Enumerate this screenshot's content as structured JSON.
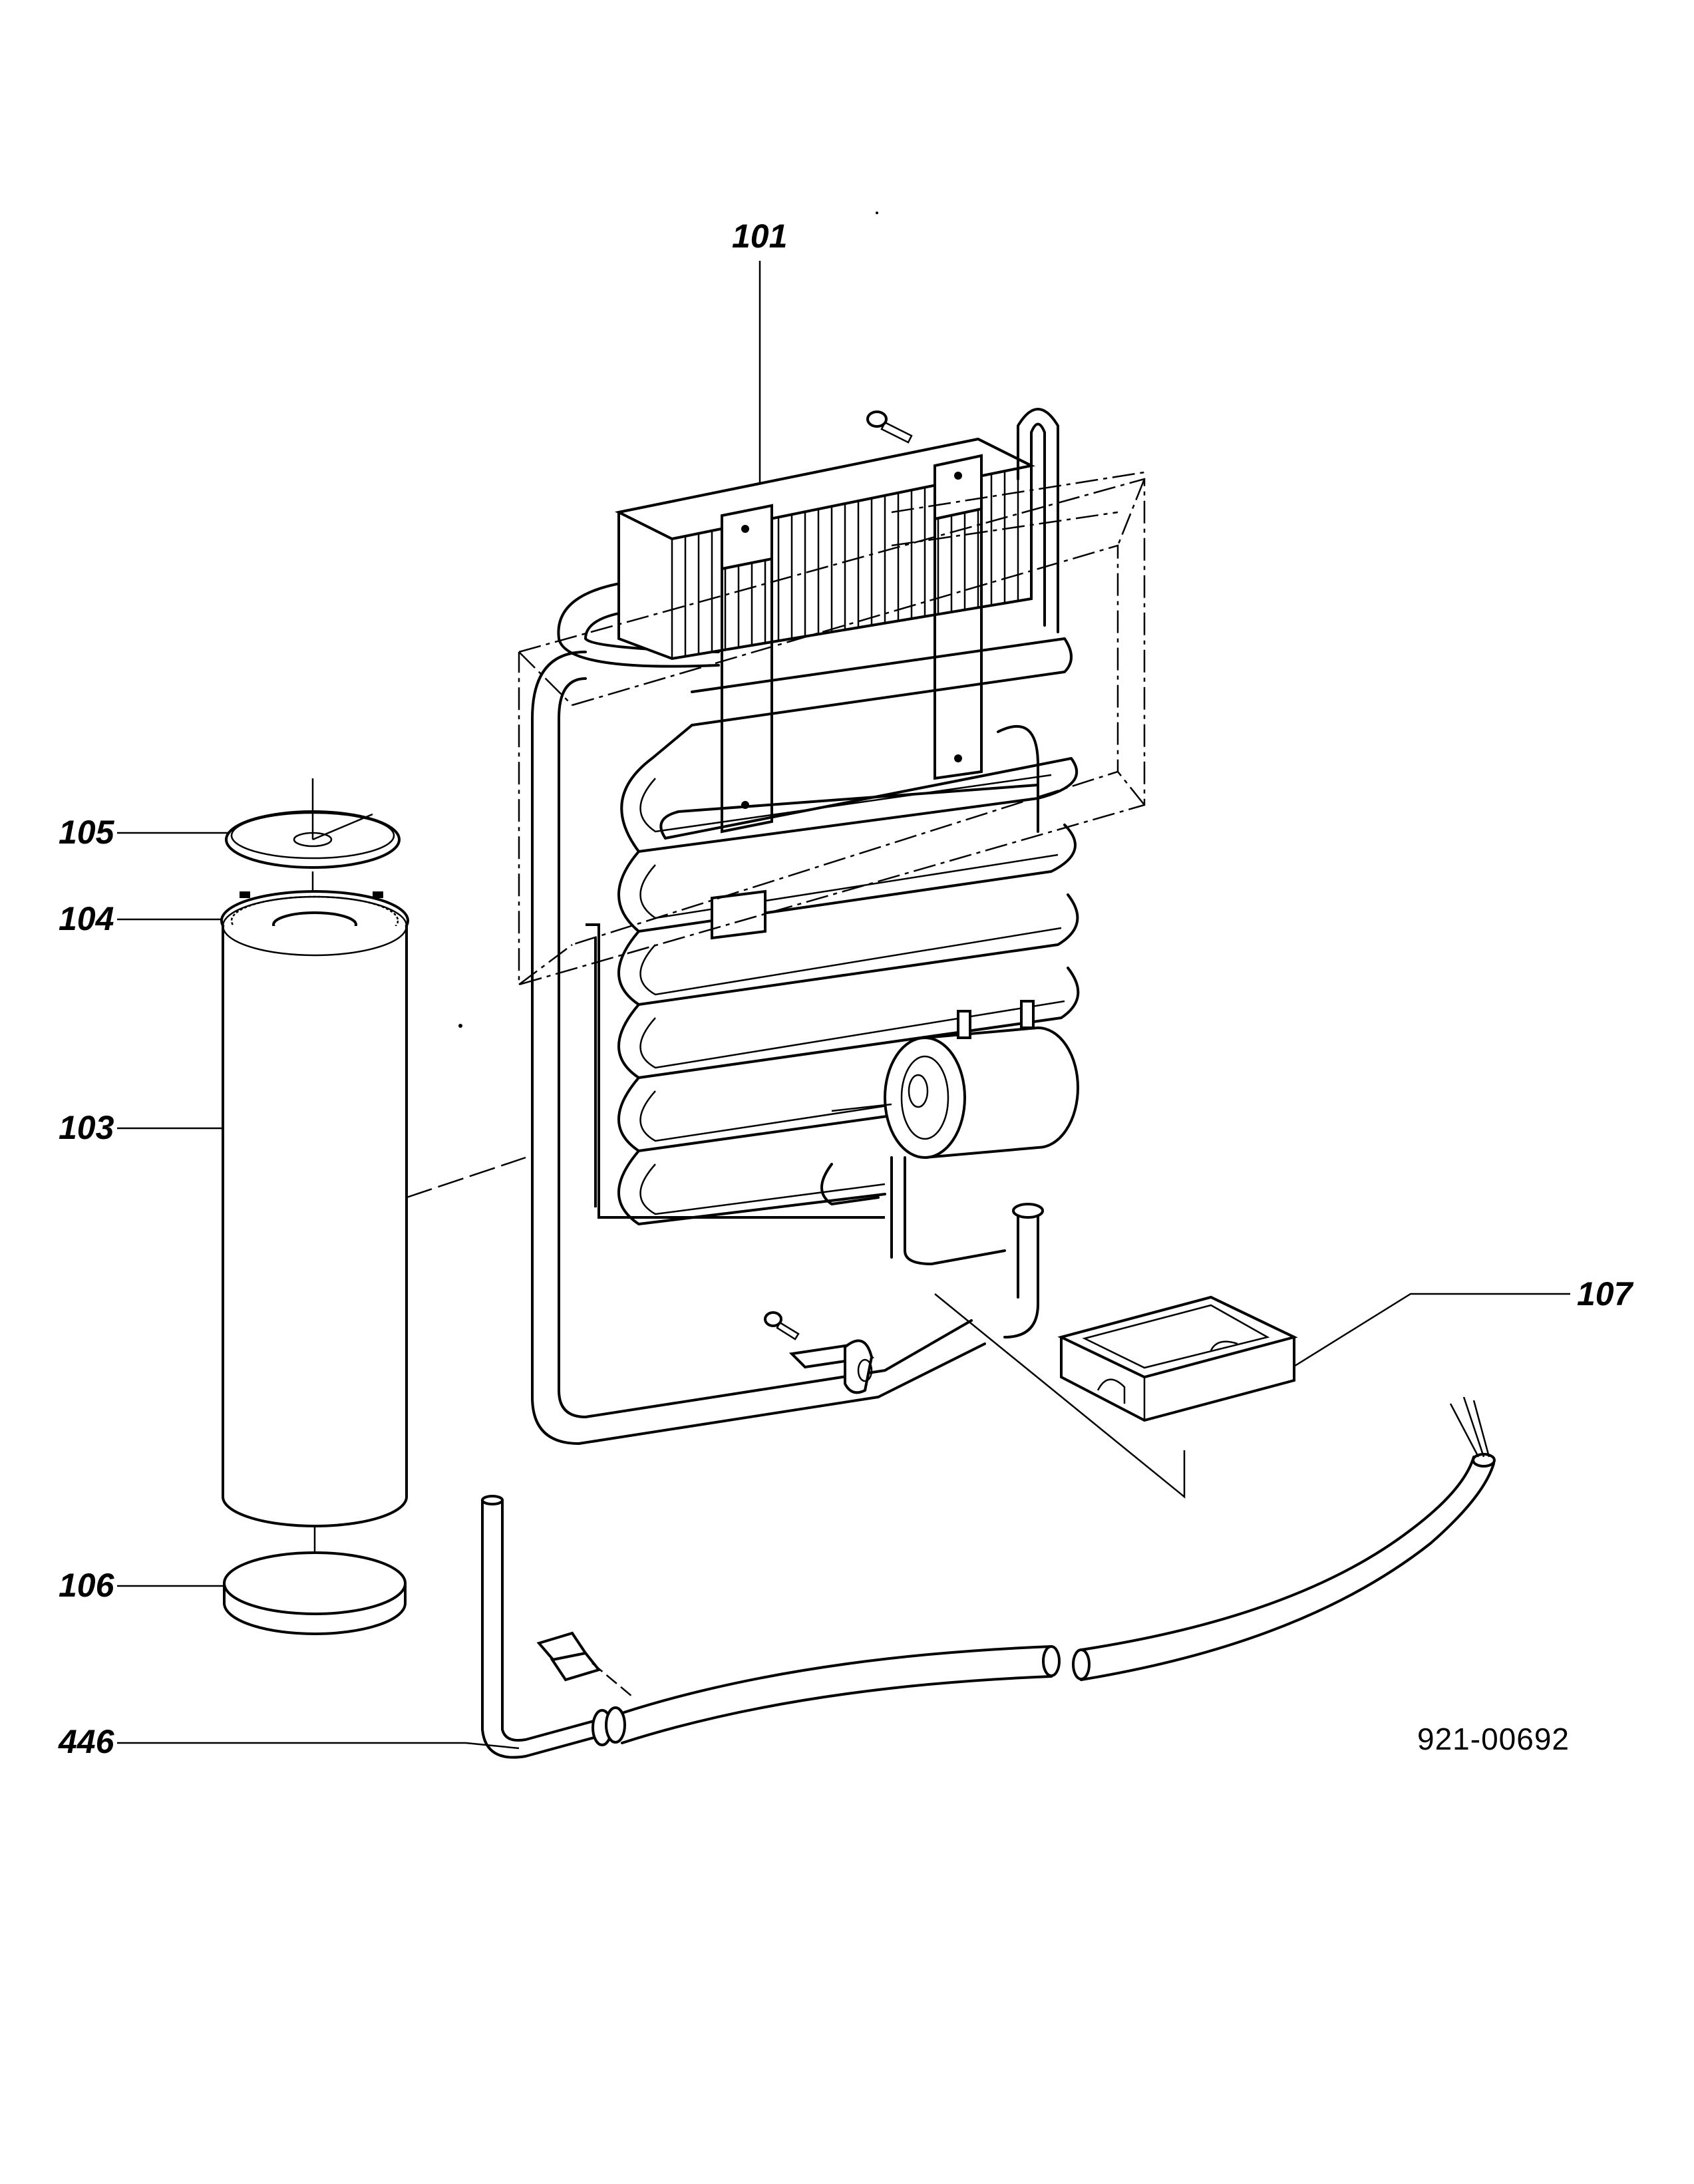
{
  "document": {
    "drawing_number": "921-00692"
  },
  "callouts": [
    {
      "id": "101",
      "label": "101"
    },
    {
      "id": "105",
      "label": "105"
    },
    {
      "id": "104",
      "label": "104"
    },
    {
      "id": "103",
      "label": "103"
    },
    {
      "id": "107",
      "label": "107"
    },
    {
      "id": "106",
      "label": "106"
    },
    {
      "id": "446",
      "label": "446"
    }
  ]
}
